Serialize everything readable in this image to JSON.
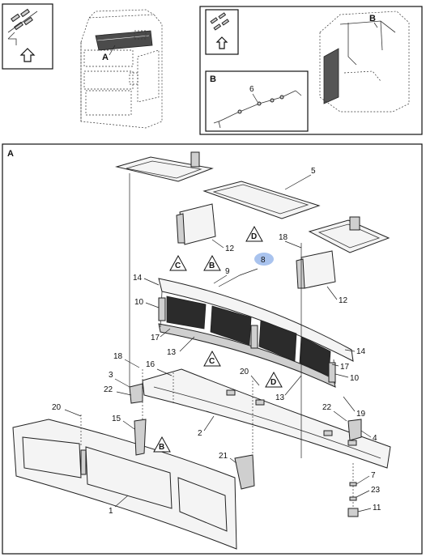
{
  "views": {
    "detail_view_label": "B",
    "main_view_label": "A",
    "overview_label_a": "A",
    "overview_label_b": "B"
  },
  "harness_callout": "6",
  "callouts": {
    "c1": "1",
    "c2": "2",
    "c3": "3",
    "c4": "4",
    "c5": "5",
    "c7": "7",
    "c8": "8",
    "c9": "9",
    "c10a": "10",
    "c10b": "10",
    "c11": "11",
    "c12a": "12",
    "c12b": "12",
    "c13a": "13",
    "c13b": "13",
    "c14a": "14",
    "c14b": "14",
    "c15": "15",
    "c16": "16",
    "c17a": "17",
    "c17b": "17",
    "c18a": "18",
    "c18b": "18",
    "c19": "19",
    "c20a": "20",
    "c20b": "20",
    "c21": "21",
    "c22a": "22",
    "c22b": "22",
    "c23": "23"
  },
  "reference_markers": {
    "d_top": "D",
    "c_top": "C",
    "b_top": "B",
    "c_mid": "C",
    "d_mid": "D",
    "b_low": "B"
  },
  "highlighted_callout": "8",
  "colors": {
    "highlight": "#a9c3ee",
    "line": "#222222"
  },
  "icons": [
    "truck-front-icon",
    "cab-rear-icon",
    "direction-arrow-icon"
  ]
}
